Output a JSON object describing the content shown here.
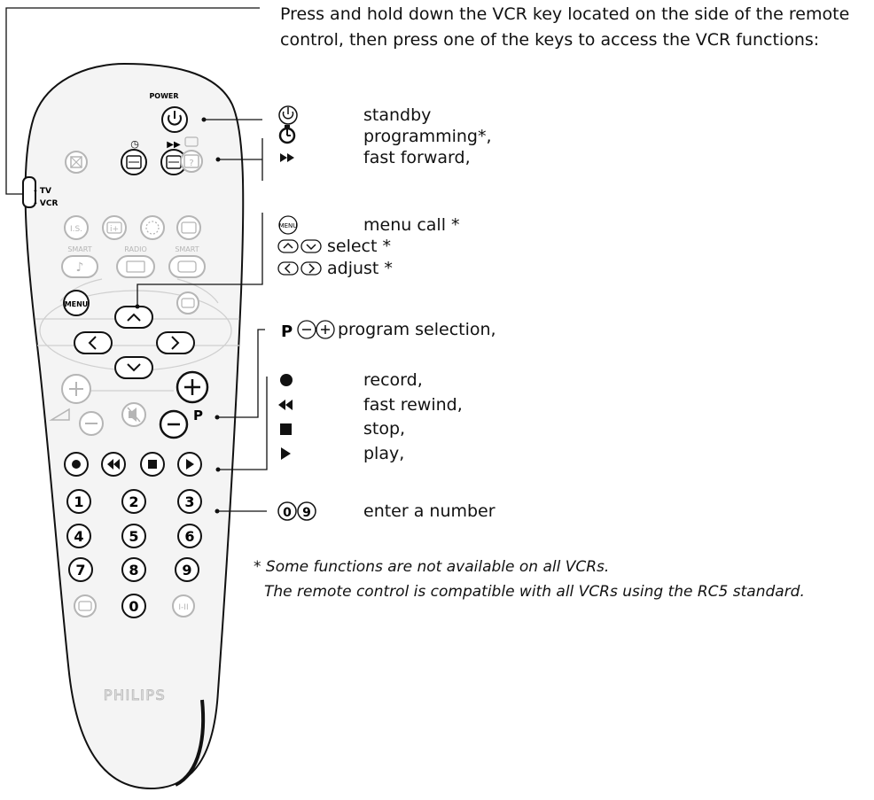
{
  "instructions": {
    "line1": "Press and hold down the VCR key located on the side of the remote",
    "line2": "control, then press one of the keys to access the VCR functions:"
  },
  "functions": [
    {
      "symbol": "standby-icon",
      "label": "standby"
    },
    {
      "symbol": "programming-icon",
      "label": "programming*,"
    },
    {
      "symbol": "fast-forward-icon",
      "label": "fast forward,"
    },
    {
      "symbol": "menu-icon",
      "label": "menu call *"
    },
    {
      "symbol": "up-down-icons",
      "label": "select *"
    },
    {
      "symbol": "left-right-icons",
      "label": "adjust *"
    },
    {
      "symbol": "p-minus-plus-icons",
      "label": "program selection,"
    },
    {
      "symbol": "record-icon",
      "label": "record,"
    },
    {
      "symbol": "rewind-icon",
      "label": "fast rewind,"
    },
    {
      "symbol": "stop-icon",
      "label": "stop,"
    },
    {
      "symbol": "play-icon",
      "label": "play,"
    },
    {
      "symbol": "zero-nine-icons",
      "label": "enter a number"
    }
  ],
  "legend_glyphs": {
    "menu": "MENU",
    "p": "P",
    "zero": "0",
    "nine": "9"
  },
  "footnote": {
    "line1": "* Some functions are not available on all VCRs.",
    "line2": "The remote control is compatible with all VCRs using the RC5 standard."
  },
  "remote": {
    "power_label": "POWER",
    "tv_label": "- TV",
    "vcr_label": "- VCR",
    "is_label": "I.S.",
    "smart_left": "SMART",
    "radio": "RADIO",
    "smart_right": "SMART",
    "menu_label": "MENU",
    "p_label": "P",
    "brand": "PHILIPS",
    "digits": [
      "1",
      "2",
      "3",
      "4",
      "5",
      "6",
      "7",
      "8",
      "9"
    ],
    "zero": "0",
    "dual": "I-II"
  },
  "colors": {
    "ink": "#111111",
    "faded": "#b5b5b5",
    "body_fill": "#f4f4f4"
  }
}
